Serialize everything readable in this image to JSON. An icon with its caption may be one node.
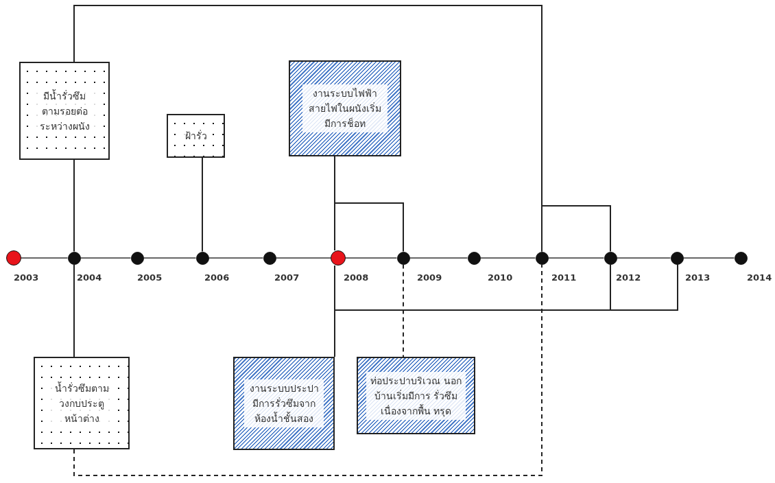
{
  "diagram": {
    "nodes": [
      {
        "text": [
          "มีน้ำรั่วซึม ตามรอยต่อ ระหว่างผนัง"
        ]
      },
      {
        "text": [
          "ฝ้ารั่ว"
        ]
      },
      {
        "text": [
          "งานระบบไฟฟ้า สายไฟในผนังเริ่ม มีการช็อท"
        ]
      },
      {
        "text": [],
        "shape": "circle",
        "beside": [
          "2003"
        ]
      },
      {
        "text": [],
        "shape": "circle",
        "beside": [
          "2004"
        ]
      },
      {
        "text": [],
        "shape": "circle",
        "beside": [
          "2005"
        ]
      },
      {
        "text": [],
        "shape": "circle",
        "beside": [
          "2006"
        ]
      },
      {
        "text": [],
        "shape": "circle",
        "beside": [
          "2007"
        ]
      },
      {
        "text": [],
        "shape": "circle",
        "beside": [
          "2008"
        ]
      },
      {
        "text": [],
        "shape": "circle",
        "beside": [
          "2009"
        ]
      },
      {
        "text": [],
        "shape": "circle",
        "beside": [
          "2010"
        ]
      },
      {
        "text": [],
        "shape": "circle",
        "beside": [
          "2011"
        ]
      },
      {
        "text": [],
        "shape": "circle",
        "beside": [
          "2012"
        ]
      },
      {
        "text": [],
        "shape": "circle",
        "beside": [
          "2013"
        ]
      },
      {
        "text": [],
        "shape": "circle",
        "beside": [
          "2014"
        ]
      },
      {
        "text": [
          "น้ำรั่วซึมตาม วงกบประตู หน้าต่าง"
        ]
      },
      {
        "text": [
          "งานระบบประปา มีการรั่วซึมจาก ห้องน้ำชั้นสอง"
        ]
      },
      {
        "text": [
          "ท่อประปาบริเวณ นอกบ้านเริ่มมีการ รั่วซึมเนื่องจากพื้น ทรุด"
        ]
      }
    ],
    "edges": [
      {
        "from": 0,
        "to": 4,
        "arrow": "none"
      },
      {
        "from": 4,
        "to": 15,
        "arrow": "none"
      },
      {
        "from": 0,
        "to": 11,
        "arrow": "none"
      },
      {
        "from": 15,
        "to": 11,
        "arrow": "none",
        "style": "dashed"
      },
      {
        "from": 1,
        "to": 6,
        "arrow": "none"
      },
      {
        "from": 2,
        "to": 8,
        "arrow": "none"
      },
      {
        "from": 8,
        "to": 16,
        "arrow": "none"
      },
      {
        "from": 2,
        "to": 9,
        "arrow": "none"
      },
      {
        "from": 9,
        "to": 17,
        "arrow": "none",
        "style": "dashed"
      },
      {
        "from": 11,
        "to": 12,
        "arrow": "none"
      },
      {
        "from": 8,
        "to": 13,
        "arrow": "none"
      },
      {
        "from": 12,
        "to": 13,
        "arrow": "none"
      },
      {
        "from": 3,
        "to": 4,
        "arrow": "none",
        "color": "#666666"
      },
      {
        "from": 4,
        "to": 5,
        "arrow": "none",
        "color": "#666666"
      },
      {
        "from": 5,
        "to": 6,
        "arrow": "none",
        "color": "#666666"
      },
      {
        "from": 6,
        "to": 7,
        "arrow": "none",
        "color": "#666666"
      },
      {
        "from": 7,
        "to": 8,
        "arrow": "none",
        "color": "#666666"
      },
      {
        "from": 8,
        "to": 9,
        "arrow": "none",
        "color": "#666666"
      },
      {
        "from": 9,
        "to": 10,
        "arrow": "none",
        "color": "#666666"
      },
      {
        "from": 10,
        "to": 11,
        "arrow": "none",
        "color": "#666666"
      },
      {
        "from": 11,
        "to": 12,
        "arrow": "none",
        "color": "#666666"
      },
      {
        "from": 12,
        "to": 13,
        "arrow": "none",
        "color": "#666666"
      },
      {
        "from": 13,
        "to": 14,
        "arrow": "none",
        "color": "#666666"
      }
    ]
  }
}
